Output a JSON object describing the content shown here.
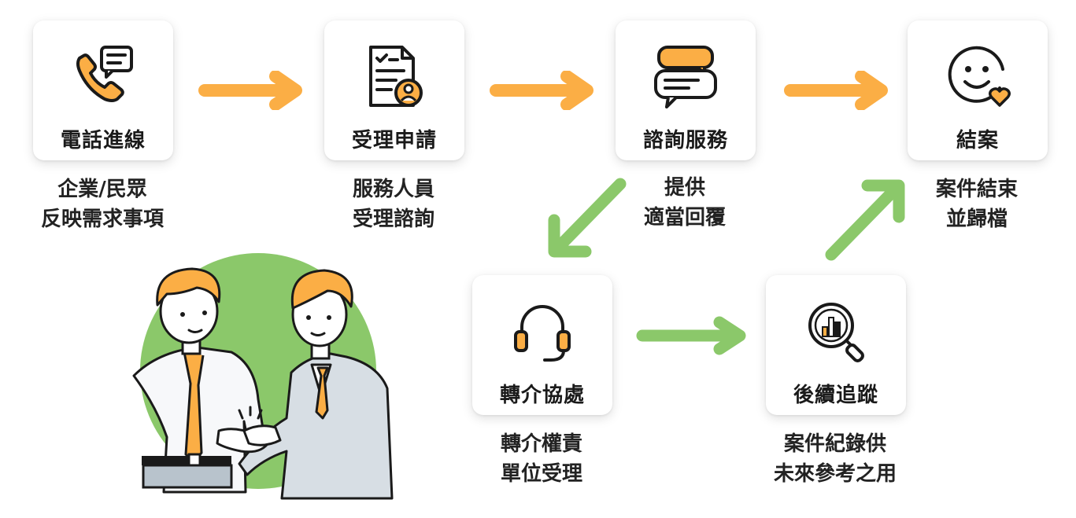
{
  "colors": {
    "orange": "#FBAE45",
    "green": "#8BC86A",
    "outline": "#1a1a1a"
  },
  "steps": [
    {
      "title": "電話進線",
      "desc": [
        "企業/民眾",
        "反映需求事項"
      ],
      "icon": "phone-chat-icon"
    },
    {
      "title": "受理申請",
      "desc": [
        "服務人員",
        "受理諮詢"
      ],
      "icon": "document-person-icon"
    },
    {
      "title": "諮詢服務",
      "desc": [
        "提供",
        "適當回覆"
      ],
      "icon": "chat-bubbles-icon"
    },
    {
      "title": "結案",
      "desc": [
        "案件結束",
        "並歸檔"
      ],
      "icon": "smile-heart-icon"
    },
    {
      "title": "轉介協處",
      "desc": [
        "轉介權責",
        "單位受理"
      ],
      "icon": "headset-icon"
    },
    {
      "title": "後續追蹤",
      "desc": [
        "案件紀錄供",
        "未來參考之用"
      ],
      "icon": "magnifier-chart-icon"
    }
  ],
  "illustration": "handshake-businessmen-illustration"
}
